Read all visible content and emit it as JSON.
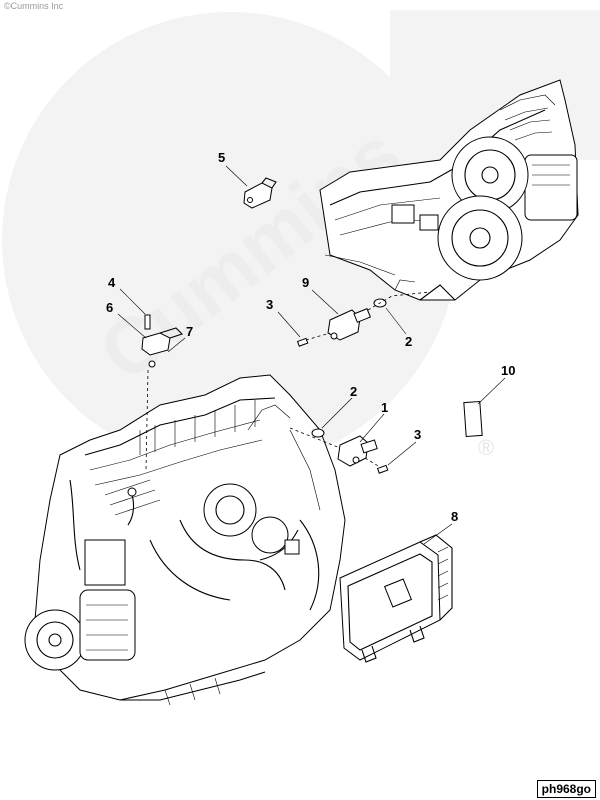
{
  "copyright": "©Cummins Inc",
  "watermark": "Cummins",
  "registered_mark": "®",
  "drawing_id": "ph968go",
  "callouts": {
    "c1": "1",
    "c2a": "2",
    "c2b": "2",
    "c3a": "3",
    "c3b": "3",
    "c4": "4",
    "c5": "5",
    "c6": "6",
    "c7": "7",
    "c8": "8",
    "c9": "9",
    "c10": "10"
  }
}
